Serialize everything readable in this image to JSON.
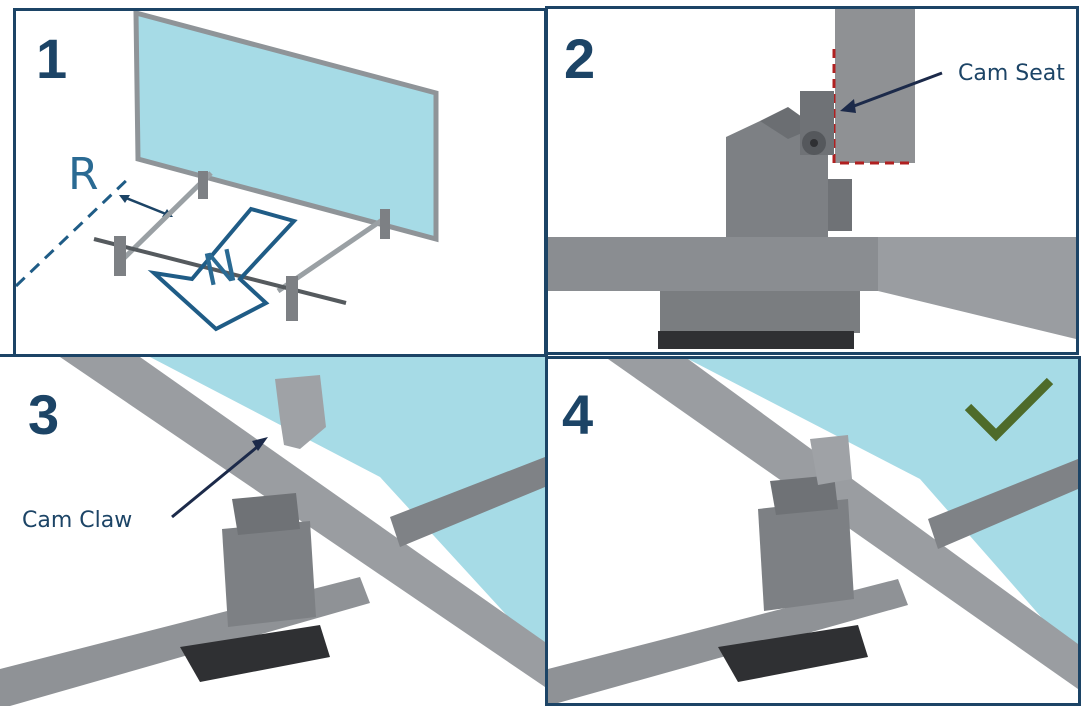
{
  "panels": [
    {
      "step": "1",
      "labels": {
        "distance": "R",
        "direction": "N"
      }
    },
    {
      "step": "2",
      "callout": "Cam Seat"
    },
    {
      "step": "3",
      "callout": "Cam Claw"
    },
    {
      "step": "4",
      "status_icon": "check-icon"
    }
  ],
  "colors": {
    "frame": "#1c4466",
    "glass": "#a6dbe6",
    "rail": "#8a8d91",
    "clamp": "#7d8084",
    "rubber_pad": "#2f3033",
    "seat_outline": "#b02020",
    "check": "#4e6b2a",
    "arrow_outline": "#1f5c86"
  }
}
